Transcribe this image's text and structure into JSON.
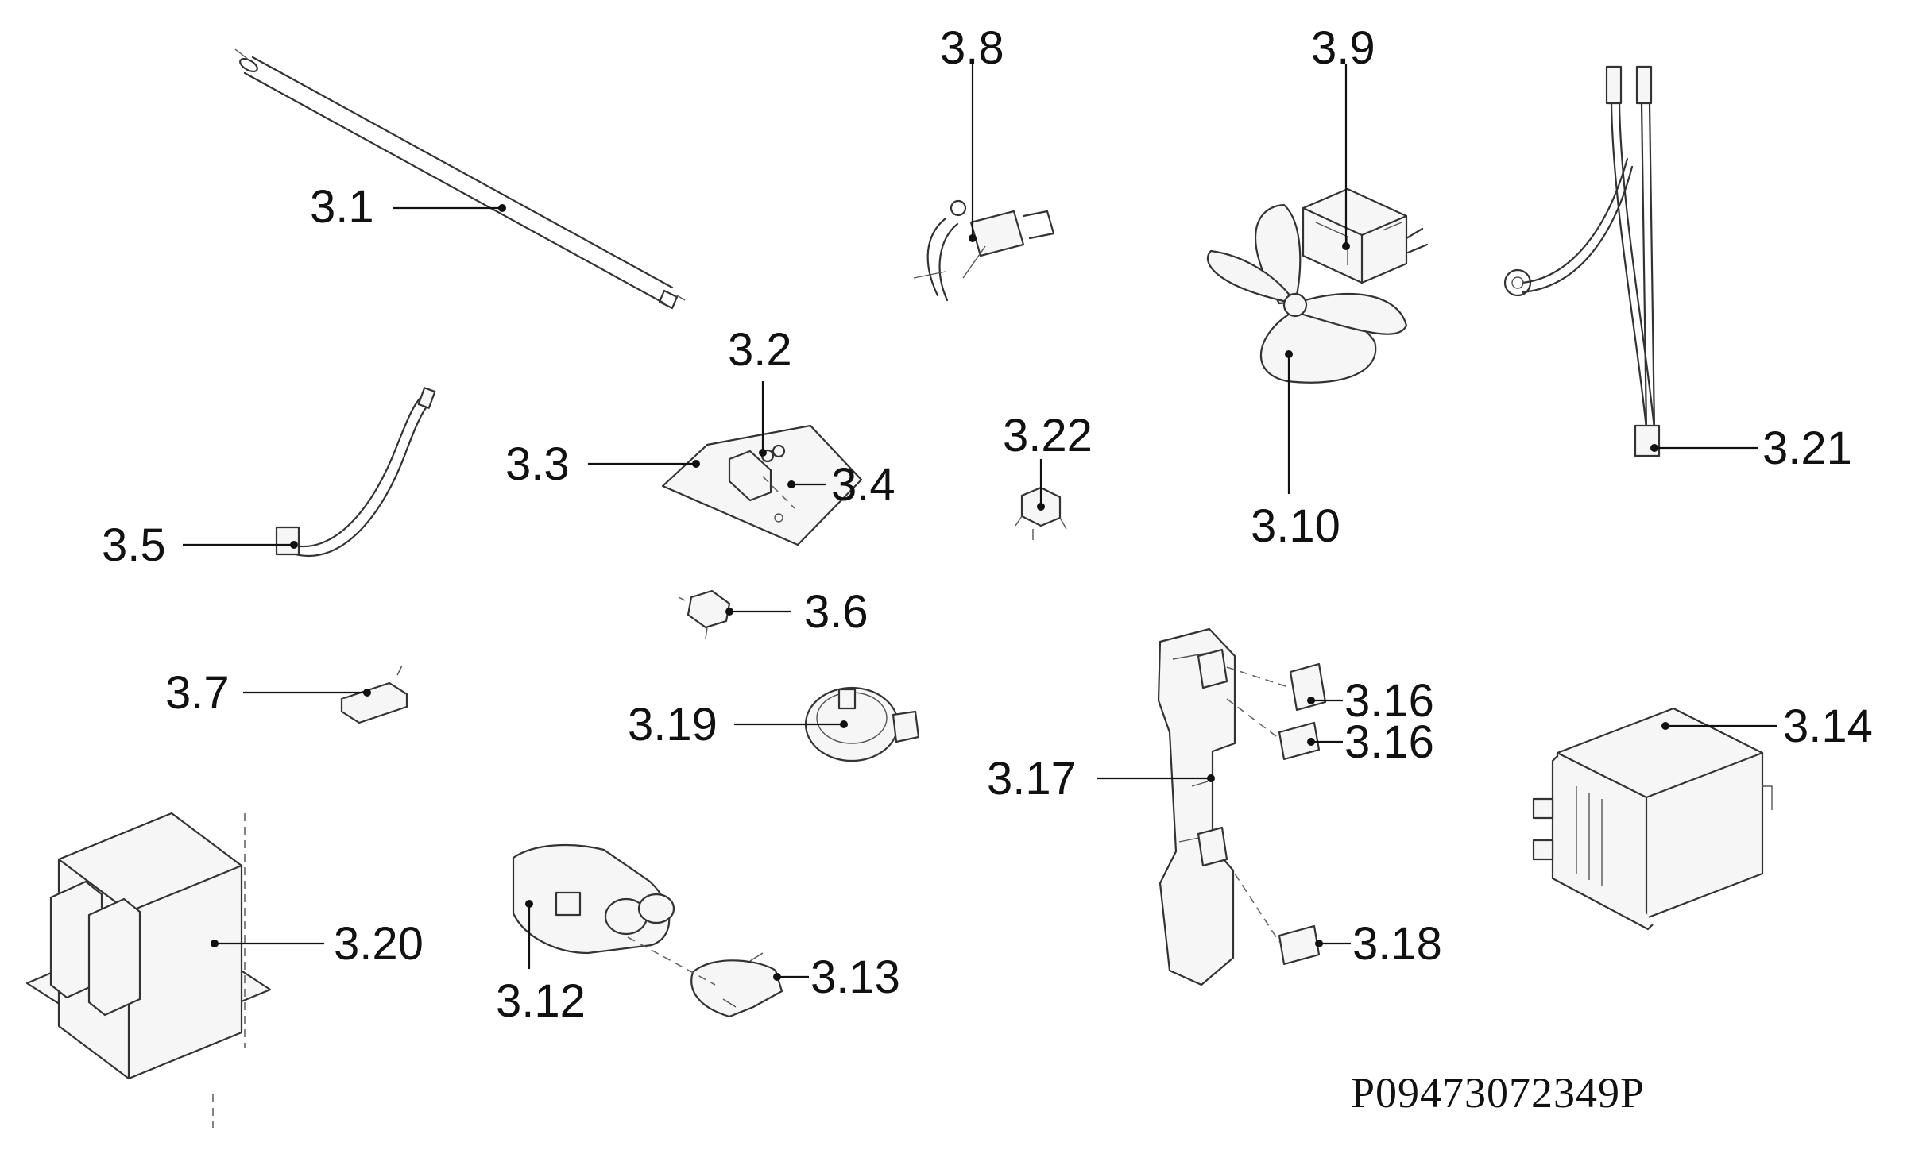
{
  "labels": {
    "p3_1": "3.1",
    "p3_2": "3.2",
    "p3_3": "3.3",
    "p3_4": "3.4",
    "p3_5": "3.5",
    "p3_6": "3.6",
    "p3_7": "3.7",
    "p3_8": "3.8",
    "p3_9": "3.9",
    "p3_10": "3.10",
    "p3_12": "3.12",
    "p3_13": "3.13",
    "p3_14": "3.14",
    "p3_16a": "3.16",
    "p3_16b": "3.16",
    "p3_17": "3.17",
    "p3_18": "3.18",
    "p3_19": "3.19",
    "p3_20": "3.20",
    "p3_21": "3.21",
    "p3_22": "3.22"
  },
  "drawing_code": "P09473072349P",
  "colors": {
    "line": "#333333",
    "text": "#111111",
    "background": "#ffffff"
  }
}
